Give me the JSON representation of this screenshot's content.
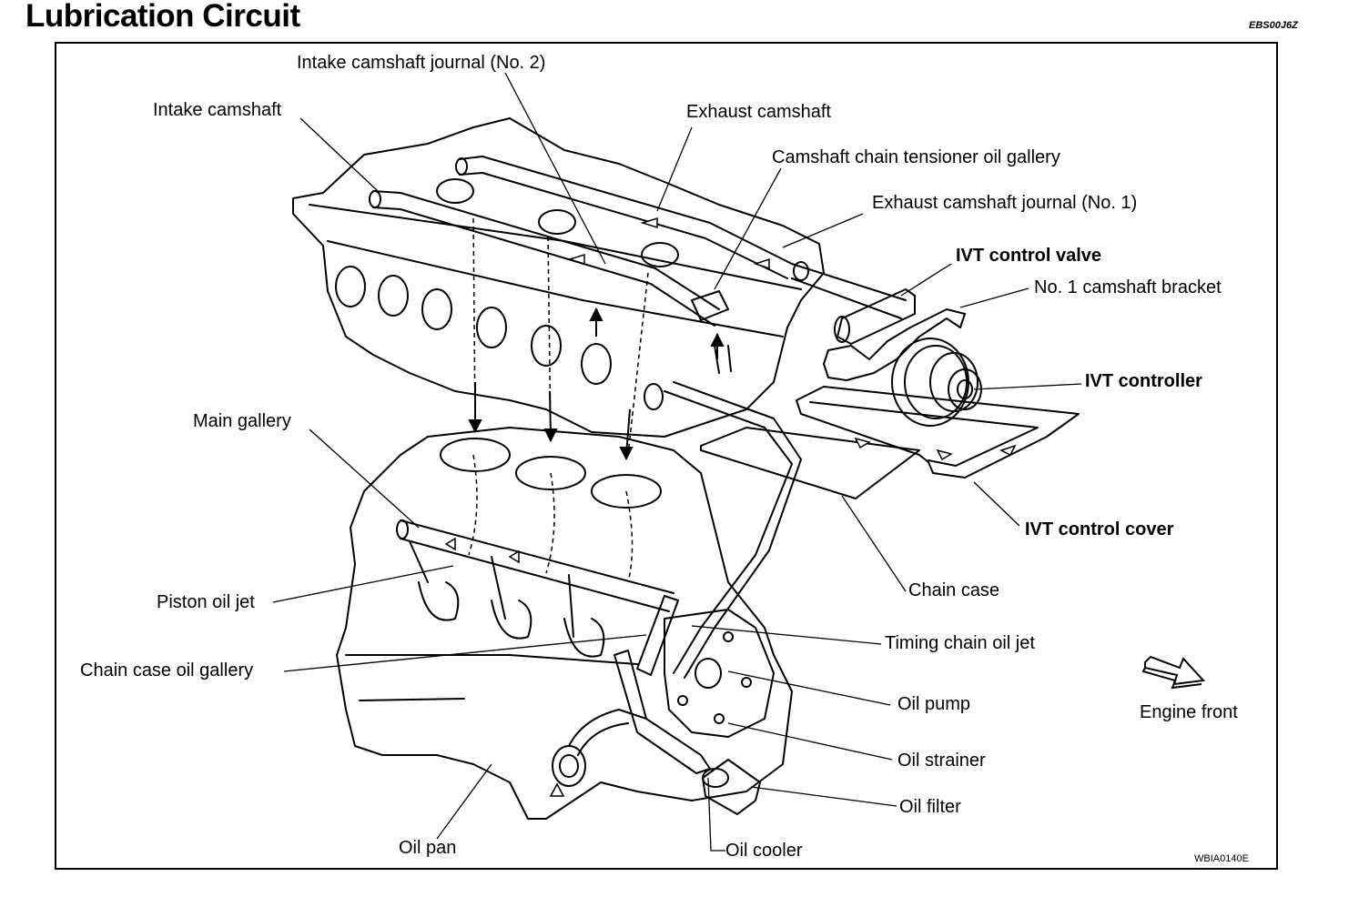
{
  "header": {
    "title": "Lubrication Circuit",
    "code": "EBS00J6Z"
  },
  "labels": {
    "intake_camshaft_journal_2": "Intake camshaft journal (No. 2)",
    "intake_camshaft": "Intake camshaft",
    "exhaust_camshaft": "Exhaust camshaft",
    "chain_tensioner_gallery": "Camshaft chain tensioner oil gallery",
    "exhaust_camshaft_journal_1": "Exhaust camshaft journal (No. 1)",
    "ivt_control_valve": "IVT control valve",
    "no1_camshaft_bracket": "No. 1 camshaft bracket",
    "ivt_controller": "IVT controller",
    "main_gallery": "Main gallery",
    "ivt_control_cover": "IVT control cover",
    "chain_case": "Chain case",
    "piston_oil_jet": "Piston oil jet",
    "timing_chain_oil_jet": "Timing chain oil jet",
    "chain_case_oil_gallery": "Chain case oil gallery",
    "oil_pump": "Oil pump",
    "engine_front": "Engine front",
    "oil_strainer": "Oil strainer",
    "oil_filter": "Oil filter",
    "oil_pan": "Oil pan",
    "oil_cooler": "Oil cooler"
  },
  "figure": {
    "code": "WBIA0140E"
  }
}
